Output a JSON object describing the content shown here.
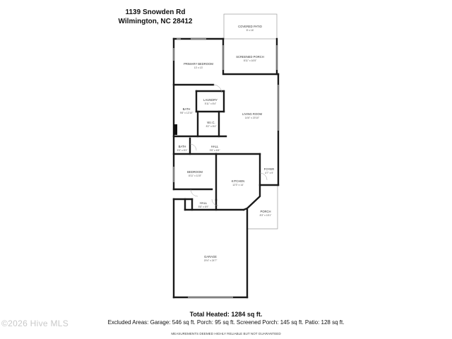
{
  "header": {
    "address_line1": "1139 Snowden Rd",
    "address_line2": "Wilmington, NC 28412"
  },
  "rooms": {
    "covered_patio": {
      "name": "COVERED PATIO",
      "dims": "8' x 16'"
    },
    "screened_porch": {
      "name": "SCREENED PORCH",
      "dims": "8'11\" x 16'5\""
    },
    "primary_bedroom": {
      "name": "PRIMARY BEDROOM",
      "dims": "13' x 13'"
    },
    "laundry": {
      "name": "LAUNDRY",
      "dims": "5'11\" x 8'4\""
    },
    "bath_primary": {
      "name": "BATH",
      "dims": "9'8\" x 12'10\""
    },
    "wic": {
      "name": "W.I.C.",
      "dims": "8'2\" x 8'4\""
    },
    "living_room": {
      "name": "LIVING ROOM",
      "dims": "14'6\" x 20'10\""
    },
    "bath2": {
      "name": "BATH",
      "dims": "5'3\" x 8'3\""
    },
    "hall1": {
      "name": "HALL",
      "dims": "3'5\" x 6'8\""
    },
    "foyer": {
      "name": "FOYER",
      "dims": "4'7\" x 9'"
    },
    "bedroom": {
      "name": "BEDROOM",
      "dims": "8'11\" x 11'8\""
    },
    "kitchen": {
      "name": "KITCHEN",
      "dims": "12'3\" x 14'"
    },
    "hall2": {
      "name": "HALL",
      "dims": "5'8\" x 6'9\""
    },
    "porch": {
      "name": "PORCH",
      "dims": "8'3\" x 15'1\""
    },
    "garage": {
      "name": "GARAGE",
      "dims": "20'4\" x 24'7\""
    }
  },
  "footer": {
    "total_heated": "Total Heated: 1284 sq ft.",
    "excluded_areas": "Excluded Areas: Garage: 546 sq ft. Porch: 95 sq ft. Screened Porch: 145 sq ft. Patio: 128 sq ft.",
    "disclaimer": "MEASUREMENTS DEEMED HIGHLY RELIABLE BUT NOT GUARANTEED"
  },
  "watermark": "©2026 Hive MLS",
  "colors": {
    "wall": "#1a1a1a",
    "window": "#bdbdbd",
    "text": "#111111"
  }
}
